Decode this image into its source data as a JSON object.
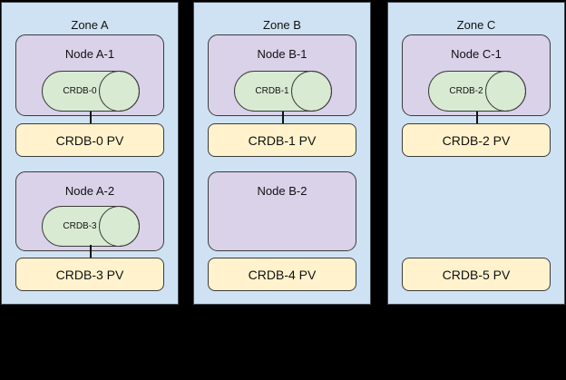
{
  "colors": {
    "background": "#000000",
    "zone_fill": "#cfe2f3",
    "node_fill": "#d9d2e9",
    "pod_fill": "#d9ead3",
    "pv_fill": "#fff2cc",
    "border": "#3b3b3b"
  },
  "zones": [
    {
      "label": "Zone A",
      "slots": [
        {
          "node": "Node A-1",
          "pod": "CRDB-0",
          "pv": "CRDB-0 PV"
        },
        {
          "node": "Node A-2",
          "pod": "CRDB-3",
          "pv": "CRDB-3 PV"
        }
      ]
    },
    {
      "label": "Zone B",
      "slots": [
        {
          "node": "Node B-1",
          "pod": "CRDB-1",
          "pv": "CRDB-1 PV"
        },
        {
          "node": "Node B-2",
          "pod": null,
          "pv": "CRDB-4 PV"
        }
      ]
    },
    {
      "label": "Zone C",
      "slots": [
        {
          "node": "Node C-1",
          "pod": "CRDB-2",
          "pv": "CRDB-2 PV"
        },
        {
          "node": null,
          "pod": null,
          "pv": "CRDB-5 PV"
        }
      ]
    }
  ]
}
